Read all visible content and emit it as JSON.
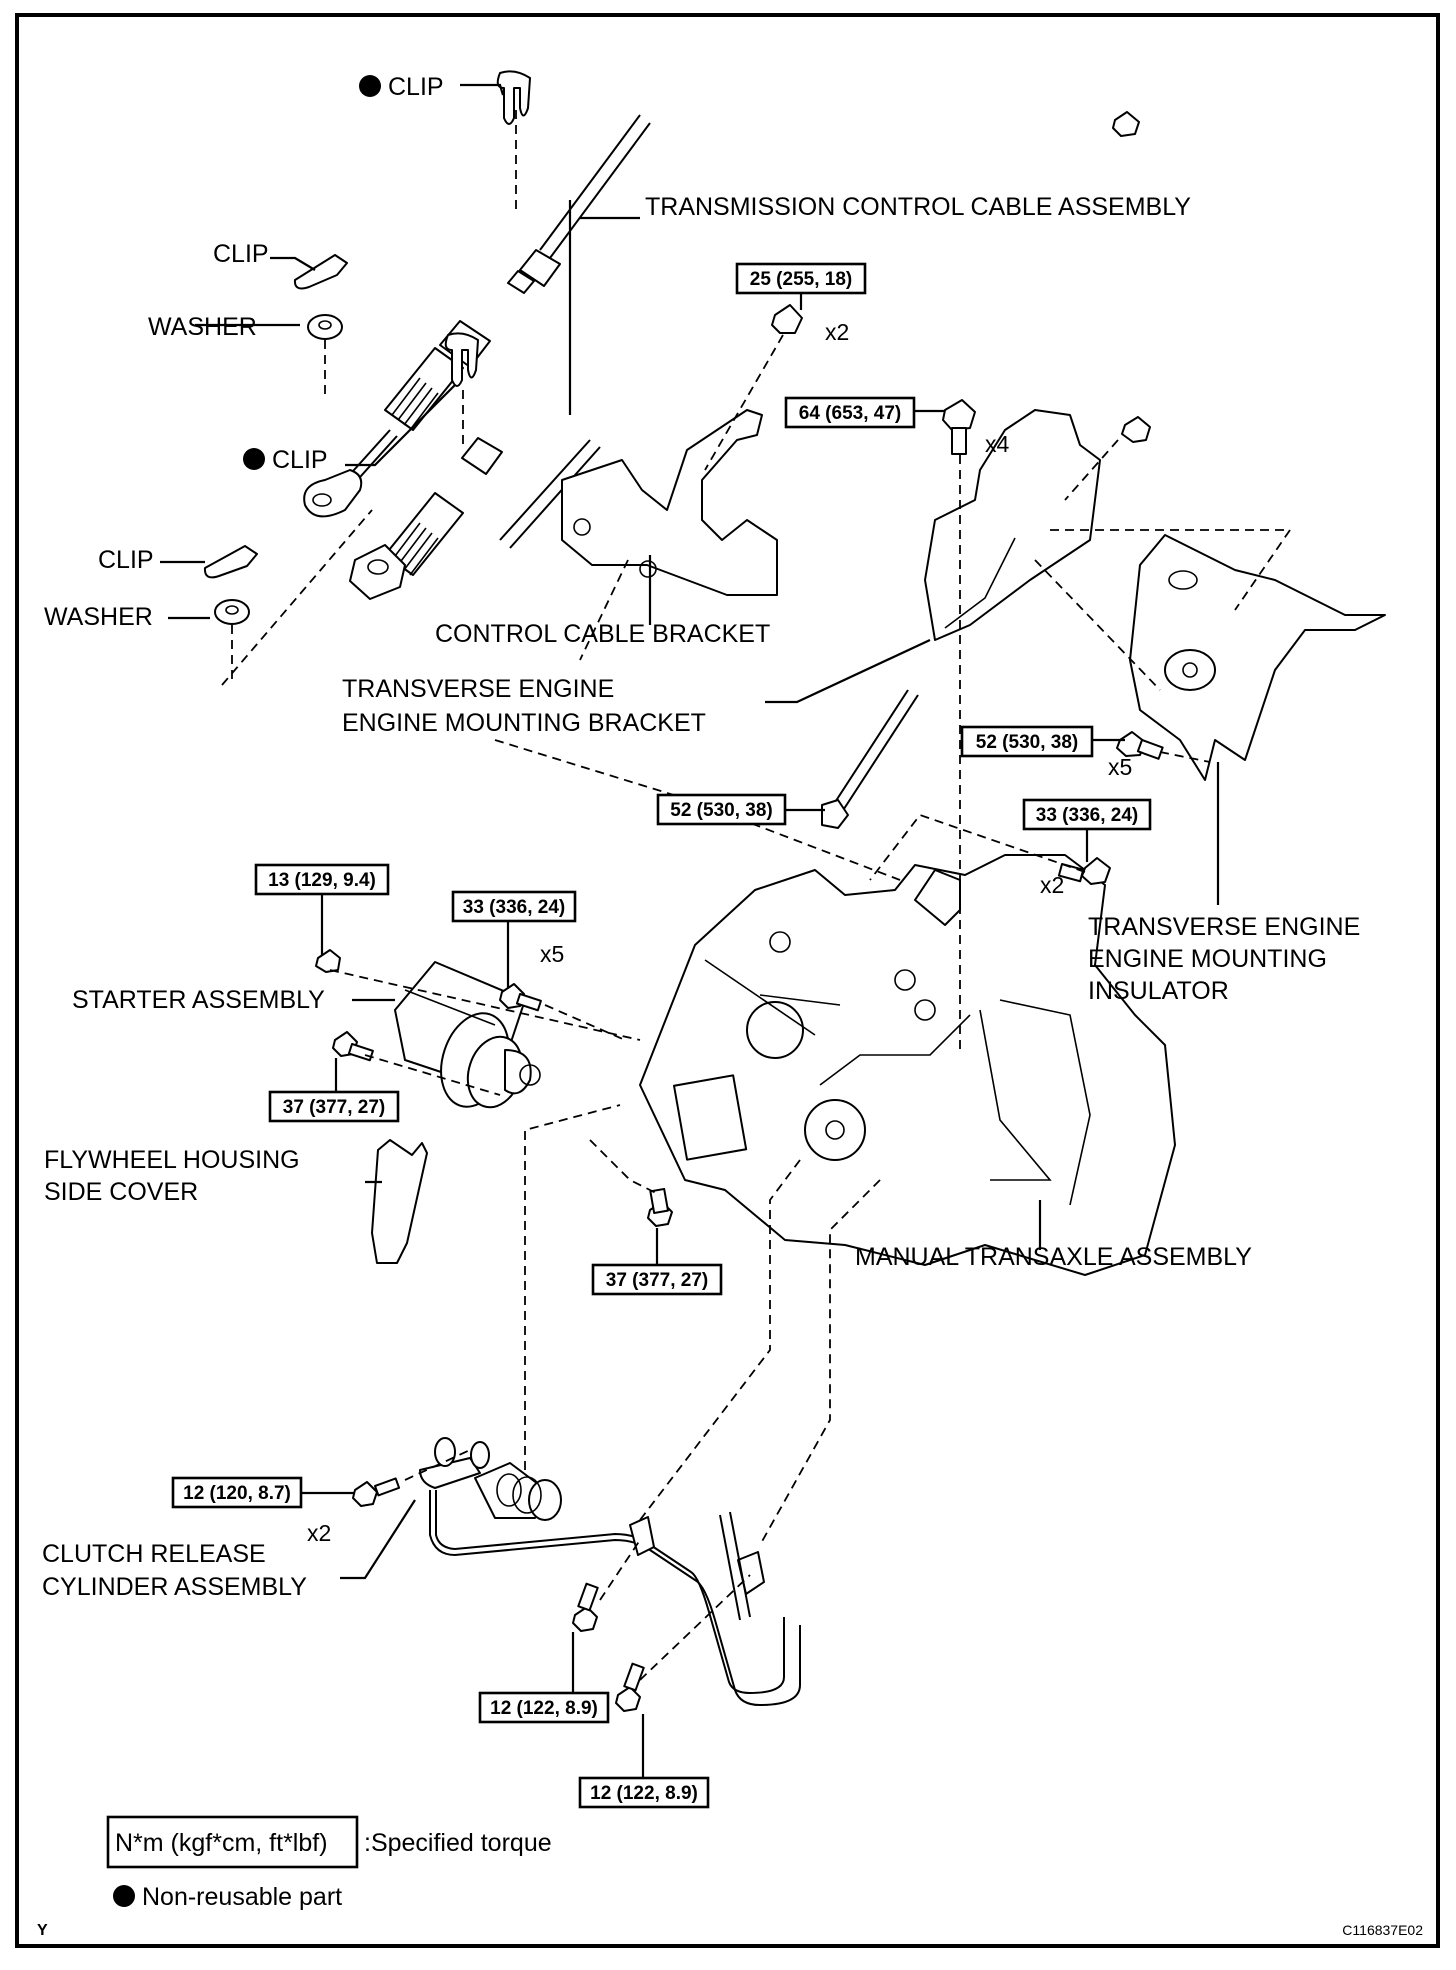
{
  "diagram": {
    "figure_code": "C116837E02",
    "corner_mark": "Y",
    "labels": {
      "clip_top": "CLIP",
      "transmission_control_cable": "TRANSMISSION CONTROL CABLE ASSEMBLY",
      "clip_upper": "CLIP",
      "washer_upper": "WASHER",
      "clip_mid": "CLIP",
      "clip_lower": "CLIP",
      "washer_lower": "WASHER",
      "control_cable_bracket": "CONTROL CABLE BRACKET",
      "mounting_bracket_line1": "TRANSVERSE ENGINE",
      "mounting_bracket_line2": "ENGINE MOUNTING BRACKET",
      "insulator_line1": "TRANSVERSE ENGINE",
      "insulator_line2": "ENGINE MOUNTING",
      "insulator_line3": "INSULATOR",
      "starter": "STARTER ASSEMBLY",
      "flywheel_line1": "FLYWHEEL HOUSING",
      "flywheel_line2": "SIDE COVER",
      "manual_transaxle": "MANUAL TRANSAXLE ASSEMBLY",
      "clutch_line1": "CLUTCH RELEASE",
      "clutch_line2": "CYLINDER ASSEMBLY"
    },
    "non_reusable_parts": [
      "clip_top",
      "clip_mid"
    ],
    "torques": {
      "t_25": "25 (255, 18)",
      "t_64": "64 (653, 47)",
      "t_52a": "52 (530, 38)",
      "t_52b": "52 (530, 38)",
      "t_33a": "33 (336, 24)",
      "t_13": "13 (129, 9.4)",
      "t_33b": "33 (336, 24)",
      "t_37a": "37 (377, 27)",
      "t_37b": "37 (377, 27)",
      "t_12a": "12 (120, 8.7)",
      "t_12b": "12 (122, 8.9)",
      "t_12c": "12 (122, 8.9)"
    },
    "multipliers": {
      "m_25": "x2",
      "m_64": "x4",
      "m_52a": "x5",
      "m_33a": "x2",
      "m_33b": "x5",
      "m_12a": "x2"
    },
    "legend": {
      "torque_units": "N*m (kgf*cm, ft*lbf)",
      "torque_desc": ":Specified torque",
      "non_reusable": "Non-reusable part"
    }
  }
}
